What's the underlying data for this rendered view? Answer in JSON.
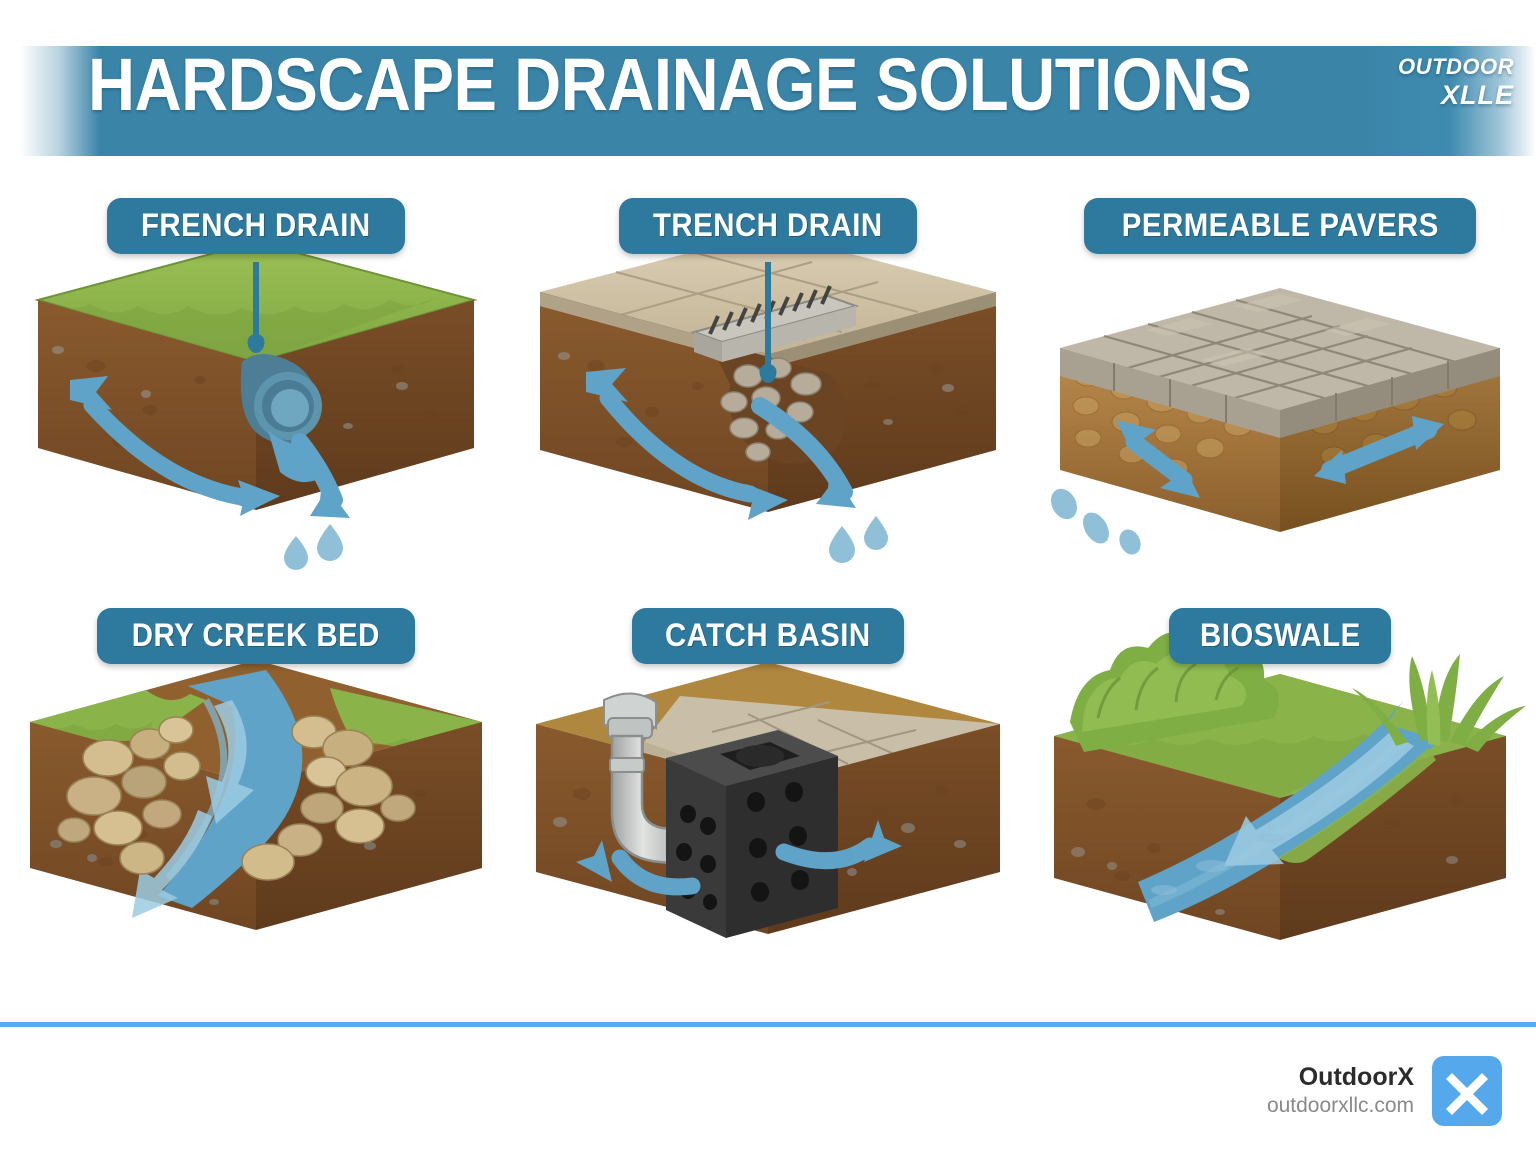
{
  "header": {
    "title": "HARDSCAPE DRAINAGE SOLUTIONS",
    "brand_line1": "OUTDOOR",
    "brand_line2": "XLLE",
    "banner_color": "#3A84A8"
  },
  "panels": [
    {
      "label": "FRENCH DRAIN",
      "type": "french-drain",
      "surface": "grass",
      "features": [
        "perforated-pipe",
        "curved-double-arrow",
        "water-droplets"
      ]
    },
    {
      "label": "TRENCH DRAIN",
      "type": "trench-drain",
      "surface": "pavers",
      "features": [
        "metal-grate",
        "gravel-bed",
        "curved-double-arrow",
        "water-droplets"
      ]
    },
    {
      "label": "PERMEABLE PAVERS",
      "type": "permeable-pavers",
      "surface": "paver-grid",
      "features": [
        "aggregate-base",
        "double-arrow-left",
        "double-arrow-right",
        "water-droplets"
      ]
    },
    {
      "label": "DRY CREEK BED",
      "type": "dry-creek-bed",
      "surface": "grass",
      "features": [
        "river-rocks",
        "water-channel",
        "flow-arrow"
      ]
    },
    {
      "label": "CATCH BASIN",
      "type": "catch-basin",
      "surface": "pavers",
      "features": [
        "downspout-pipe",
        "perforated-basin-box",
        "curved-arrow-left",
        "curved-arrow-right"
      ]
    },
    {
      "label": "BIOSWALE",
      "type": "bioswale",
      "surface": "vegetation",
      "features": [
        "shrubs",
        "ornamental-grass",
        "water-swale",
        "flow-arrow"
      ]
    }
  ],
  "footer": {
    "name": "OutdoorX",
    "url": "outdoorxllc.com",
    "logo_letter": "X",
    "rule_color": "#5BA9E8",
    "logo_color": "#55A8EC"
  },
  "palette": {
    "pill": "#2D7A9E",
    "grass": "#8AB44A",
    "soil_top": "#8B5E33",
    "soil_front": "#7E5129",
    "soil_side": "#6E4522",
    "water": "#5FA3C8",
    "paver": "#C9BFA8",
    "rock": "#C2A878"
  }
}
